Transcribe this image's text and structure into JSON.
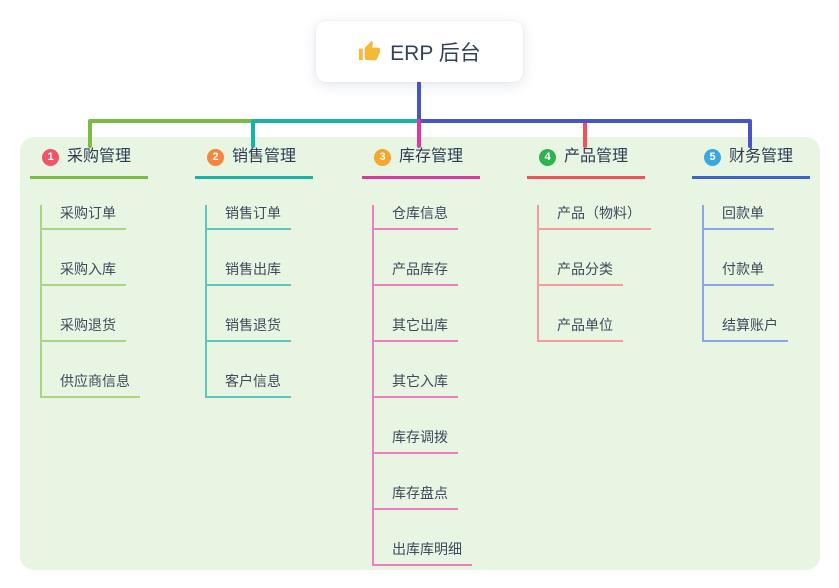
{
  "root": {
    "label": "ERP 后台",
    "icon": "thumbs-up-icon",
    "icon_color": "#f5b93a"
  },
  "branches": [
    {
      "index": "1",
      "label": "采购管理",
      "badge_color": "#f25565",
      "line_color": "#7cba45",
      "child_line_color": "#a9d587",
      "children": [
        "采购订单",
        "采购入库",
        "采购退货",
        "供应商信息"
      ]
    },
    {
      "index": "2",
      "label": "销售管理",
      "badge_color": "#f68540",
      "line_color": "#17b3a8",
      "child_line_color": "#5cc8bd",
      "children": [
        "销售订单",
        "销售出库",
        "销售退货",
        "客户信息"
      ]
    },
    {
      "index": "3",
      "label": "库存管理",
      "badge_color": "#f6a62a",
      "line_color": "#dd3a9f",
      "child_line_color": "#ee7fc0",
      "children": [
        "仓库信息",
        "产品库存",
        "其它出库",
        "其它入库",
        "库存调拨",
        "库存盘点",
        "出库库明细"
      ]
    },
    {
      "index": "4",
      "label": "产品管理",
      "badge_color": "#2fb350",
      "line_color": "#f0515b",
      "child_line_color": "#f79aa0",
      "children": [
        "产品（物料）",
        "产品分类",
        "产品单位"
      ]
    },
    {
      "index": "5",
      "label": "财务管理",
      "badge_color": "#3aa7e0",
      "line_color": "#3d62cd",
      "child_line_color": "#8da5e8",
      "children": [
        "回款单",
        "付款单",
        "结算账户"
      ]
    }
  ],
  "connectors": {
    "indigo": "#4656c6",
    "green": "#7cba45",
    "teal": "#17b3a8",
    "magenta": "#dd3a9f",
    "red": "#f0515b"
  },
  "theme": {
    "canvas_bg": "#ffffff",
    "panel_bg": "#e8f5e3"
  }
}
